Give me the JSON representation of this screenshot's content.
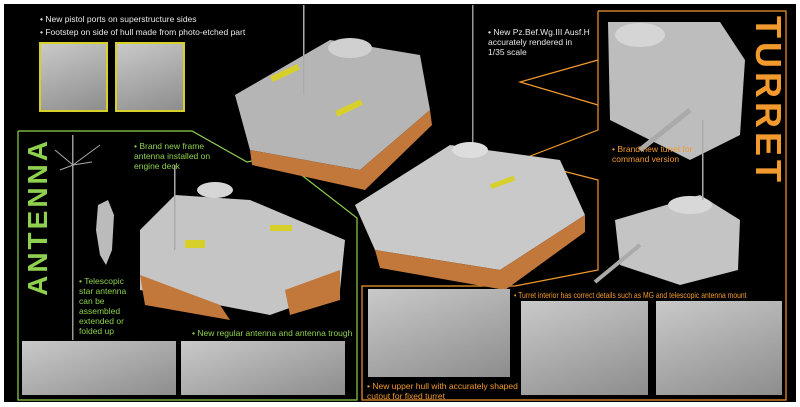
{
  "top_notes": [
    "New pistol ports on superstructure sides",
    "Footstep on side of hull made from photo-etched part"
  ],
  "model_note": "New Pz.Bef.Wg.III Ausf.H\naccurately rendered in\n1/35 scale",
  "turret_section": {
    "heading": "TURRET",
    "new_turret": "Brand new turret for\ncommand version",
    "interior": "Turret interior has correct details such as MG and telescopic antenna mount",
    "upper_hull": "New upper hull with accurately shaped\ncutout for fixed turret",
    "color": "#f29a2e"
  },
  "antenna_section": {
    "heading": "ANTENNA",
    "frame_antenna": "Brand new frame\nantenna installed on\nengine deck",
    "star_antenna": "Telescopic\nstar antenna\ncan be\nassembled\nextended or\nfolded up",
    "regular_antenna": "New regular antenna and antenna trough",
    "color": "#8fd14f"
  },
  "highlight_color": "#d8d02a"
}
